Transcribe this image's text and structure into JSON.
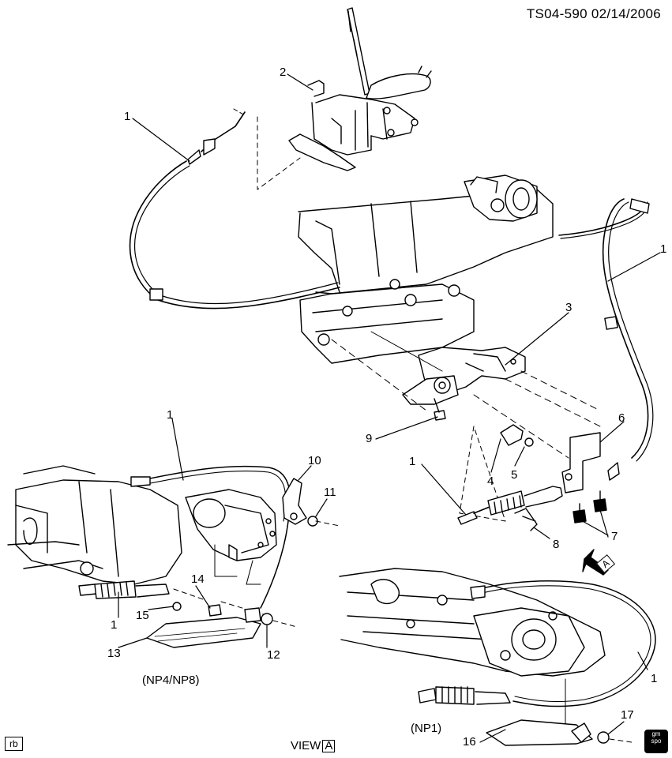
{
  "header": {
    "ref": "TS04-590  02/14/2006"
  },
  "callouts": {
    "c1a": "1",
    "c2": "2",
    "c1b": "1",
    "c3": "3",
    "c1c": "1",
    "c6": "6",
    "c9": "9",
    "c4": "4",
    "c5": "5",
    "c7": "7",
    "c8": "8",
    "c1d": "1",
    "c10": "10",
    "c11": "11",
    "c14": "14",
    "c15": "15",
    "c1e": "1",
    "c13": "13",
    "c12": "12",
    "c1f": "1",
    "c16": "16",
    "c17": "17"
  },
  "captions": {
    "np4_np8": "(NP4/NP8)",
    "np1": "(NP1)",
    "view": "VIEW",
    "view_letter": "A"
  },
  "view_arrow_letter": "A",
  "corner_tag": "rb",
  "logo_text": {
    "line1": "gm",
    "line2": "spo"
  }
}
